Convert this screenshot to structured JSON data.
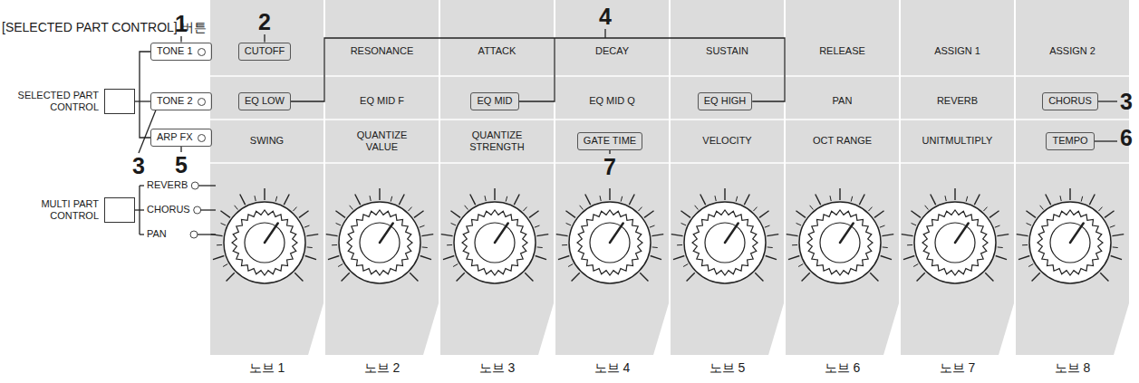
{
  "diagram": {
    "nodes": [
      {
        "text": [
          "SELECTED PART CONTROL"
        ]
      },
      {
        "text": [
          "TONE 1"
        ]
      },
      {
        "text": [
          "TONE 2"
        ]
      },
      {
        "text": [
          "ARP FX"
        ]
      },
      {
        "text": [
          "MULTI PART CONTROL"
        ]
      },
      {
        "text": [
          "SWING",
          "노브 1"
        ]
      },
      {
        "text": [
          "CUTOFF"
        ],
        "in": 5
      },
      {
        "text": [
          "EQ LOW"
        ],
        "in": 5
      },
      {
        "text": [
          "RESONANCE",
          "EQ MID F",
          "QUANTIZE VALUE",
          "노브 2"
        ]
      },
      {
        "text": [
          "ATTACK",
          "QUANTIZE STRENGTH",
          "노브 3"
        ]
      },
      {
        "text": [
          "EQ MID"
        ],
        "in": 9
      },
      {
        "text": [
          "DECAY",
          "EQ MID Q",
          "노브 4"
        ]
      },
      {
        "text": [
          "GATE TIME"
        ],
        "in": 11
      },
      {
        "text": [
          "SUSTAIN",
          "VELOCITY",
          "노브 5"
        ]
      },
      {
        "text": [
          "EQ HIGH"
        ],
        "in": 13
      },
      {
        "text": [
          "RELEASE",
          "PAN",
          "OCT RANGE",
          "노브 6"
        ]
      },
      {
        "text": [
          "ASSIGN 1",
          "REVERB",
          "UNITMULTIPLY",
          "노브 7"
        ]
      },
      {
        "text": [
          "ASSIGN 2",
          "노브 8"
        ]
      },
      {
        "text": [
          "CHORUS"
        ],
        "in": 17
      },
      {
        "text": [
          "TEMPO"
        ],
        "in": 17
      }
    ],
    "labels": [
      "[SELECTED PART CONTROL] 버튼",
      "1",
      "2",
      "4",
      "3",
      "3",
      "6",
      "5",
      "7",
      "REVERB",
      "CHORUS",
      "PAN"
    ]
  }
}
